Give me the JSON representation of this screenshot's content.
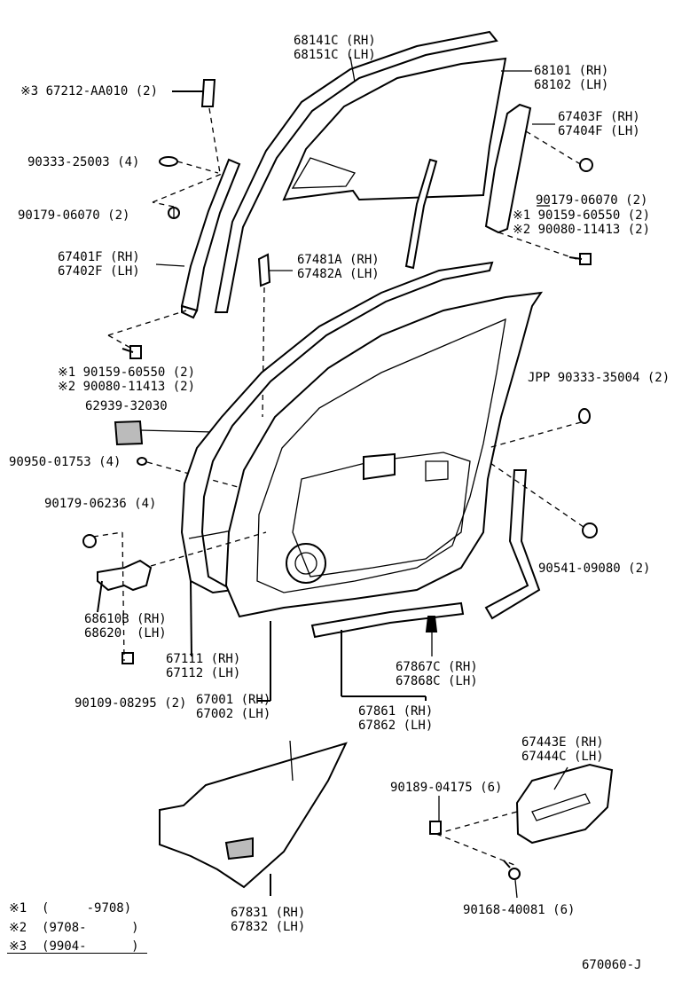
{
  "labels": {
    "l68141": "68141C (RH)\n68151C (LH)",
    "l68101": "68101 (RH)\n68102 (LH)",
    "l67212": "※3 67212-AA010 (2)",
    "l90333a": "90333-25003 (4)",
    "l67403": "67403F (RH)\n67404F (LH)",
    "l90179a": "90179-06070 (2)",
    "l90179b": "90179-06070 (2)",
    "l90159a": "※1 90159-60550 (2)\n※2 90080-11413 (2)",
    "l67401": "67401F (RH)\n67402F (LH)",
    "l67481": "67481A (RH)\n67482A (LH)",
    "l90159b": "※1 90159-60550 (2)\n※2 90080-11413 (2)",
    "l62939": "62939-32030",
    "l90333b": "JPP 90333-35004 (2)",
    "l90950": "90950-01753 (4)",
    "l90179c": "90179-06236 (4)",
    "l90541": "90541-09080 (2)",
    "l68610": "68610B (RH)\n68620  (LH)",
    "l67111": "67111 (RH)\n67112 (LH)",
    "l67867": "67867C (RH)\n67868C (LH)",
    "l67001": "67001 (RH)\n67002 (LH)",
    "l67861": "67861 (RH)\n67862 (LH)",
    "l90109": "90109-08295 (2)",
    "l67443": "67443E (RH)\n67444C (LH)",
    "l90189": "90189-04175 (6)",
    "l90168": "90168-40081 (6)",
    "l67831": "67831 (RH)\n67832 (LH)",
    "n1": "※1  (     -9708)",
    "n2": "※2  (9708-      )",
    "n3": "※3  (9904-      )",
    "code": "670060-J"
  }
}
